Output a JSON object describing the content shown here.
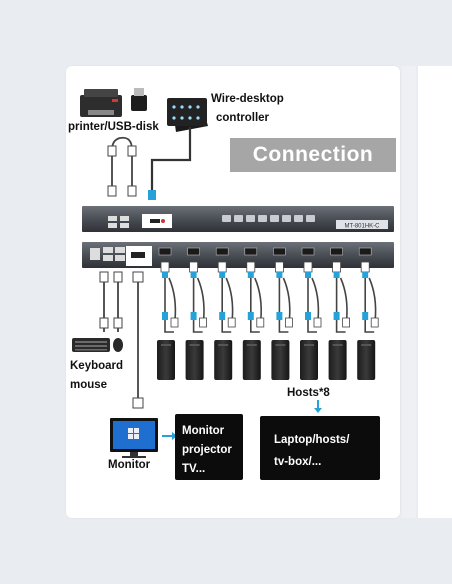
{
  "labels": {
    "printer_usb": "printer/USB-disk",
    "wire_desktop_line1": "Wire-desktop",
    "wire_desktop_line2": "controller",
    "connection": "Connection",
    "keyboard_line1": "Keyboard",
    "keyboard_line2": "mouse",
    "monitor": "Monitor",
    "hosts_count": "Hosts*8"
  },
  "monitor_box": {
    "lines": [
      "Monitor",
      "projector",
      "TV..."
    ]
  },
  "hosts_box": {
    "lines": [
      "Laptop/hosts/",
      "tv-box/..."
    ]
  },
  "device": {
    "model": "MT-801HK-C",
    "port_count": 8
  },
  "colors": {
    "cable_blue": "#27a2d8",
    "device_body": "#4a4e55",
    "badge_gray": "#a6a6a6"
  }
}
